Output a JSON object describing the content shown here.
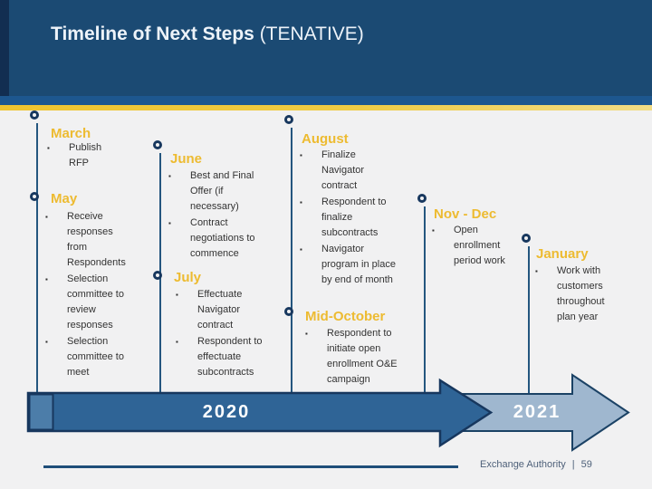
{
  "header": {
    "title_main": "Timeline of Next Steps",
    "title_suffix": "(TENATIVE)"
  },
  "timeline": {
    "bullet_char": "▪",
    "milestones": [
      {
        "month": "March",
        "items": [
          "Publish RFP"
        ]
      },
      {
        "month": "May",
        "items": [
          "Receive responses from Respondents",
          "Selection committee to review responses",
          "Selection committee to meet"
        ]
      },
      {
        "month": "June",
        "items": [
          "Best and Final Offer (if necessary)",
          "Contract negotiations to commence"
        ]
      },
      {
        "month": "July",
        "items": [
          "Effectuate Navigator contract",
          "Respondent to effectuate subcontracts"
        ]
      },
      {
        "month": "August",
        "items": [
          "Finalize Navigator contract",
          "Respondent to finalize subcontracts",
          "Navigator program in place by end of month"
        ]
      },
      {
        "month": "Mid-October",
        "items": [
          "Respondent to initiate open enrollment O&E campaign"
        ]
      },
      {
        "month": "Nov - Dec",
        "items": [
          "Open enrollment period work"
        ]
      },
      {
        "month": "January",
        "items": [
          "Work with customers throughout plan year"
        ]
      }
    ],
    "years": [
      "2020",
      "2021"
    ]
  },
  "footer": {
    "org": "Exchange Authority",
    "separator": "|",
    "page_number": "59"
  },
  "colors": {
    "header_navy": "#1B4A73",
    "accent_navy": "#122E51",
    "stripe_blue": "#1D578F",
    "stripe_gold": "#EFC42F",
    "month_gold": "#EDBB31",
    "line_navy": "#24567F",
    "arrow_2020_fill": "#2F6496",
    "arrow_2020_start_fill": "#4C7DA9",
    "arrow_2021_fill": "#9FB7CF",
    "arrow_outline": "#17375E",
    "background": "#F1F1F2"
  }
}
